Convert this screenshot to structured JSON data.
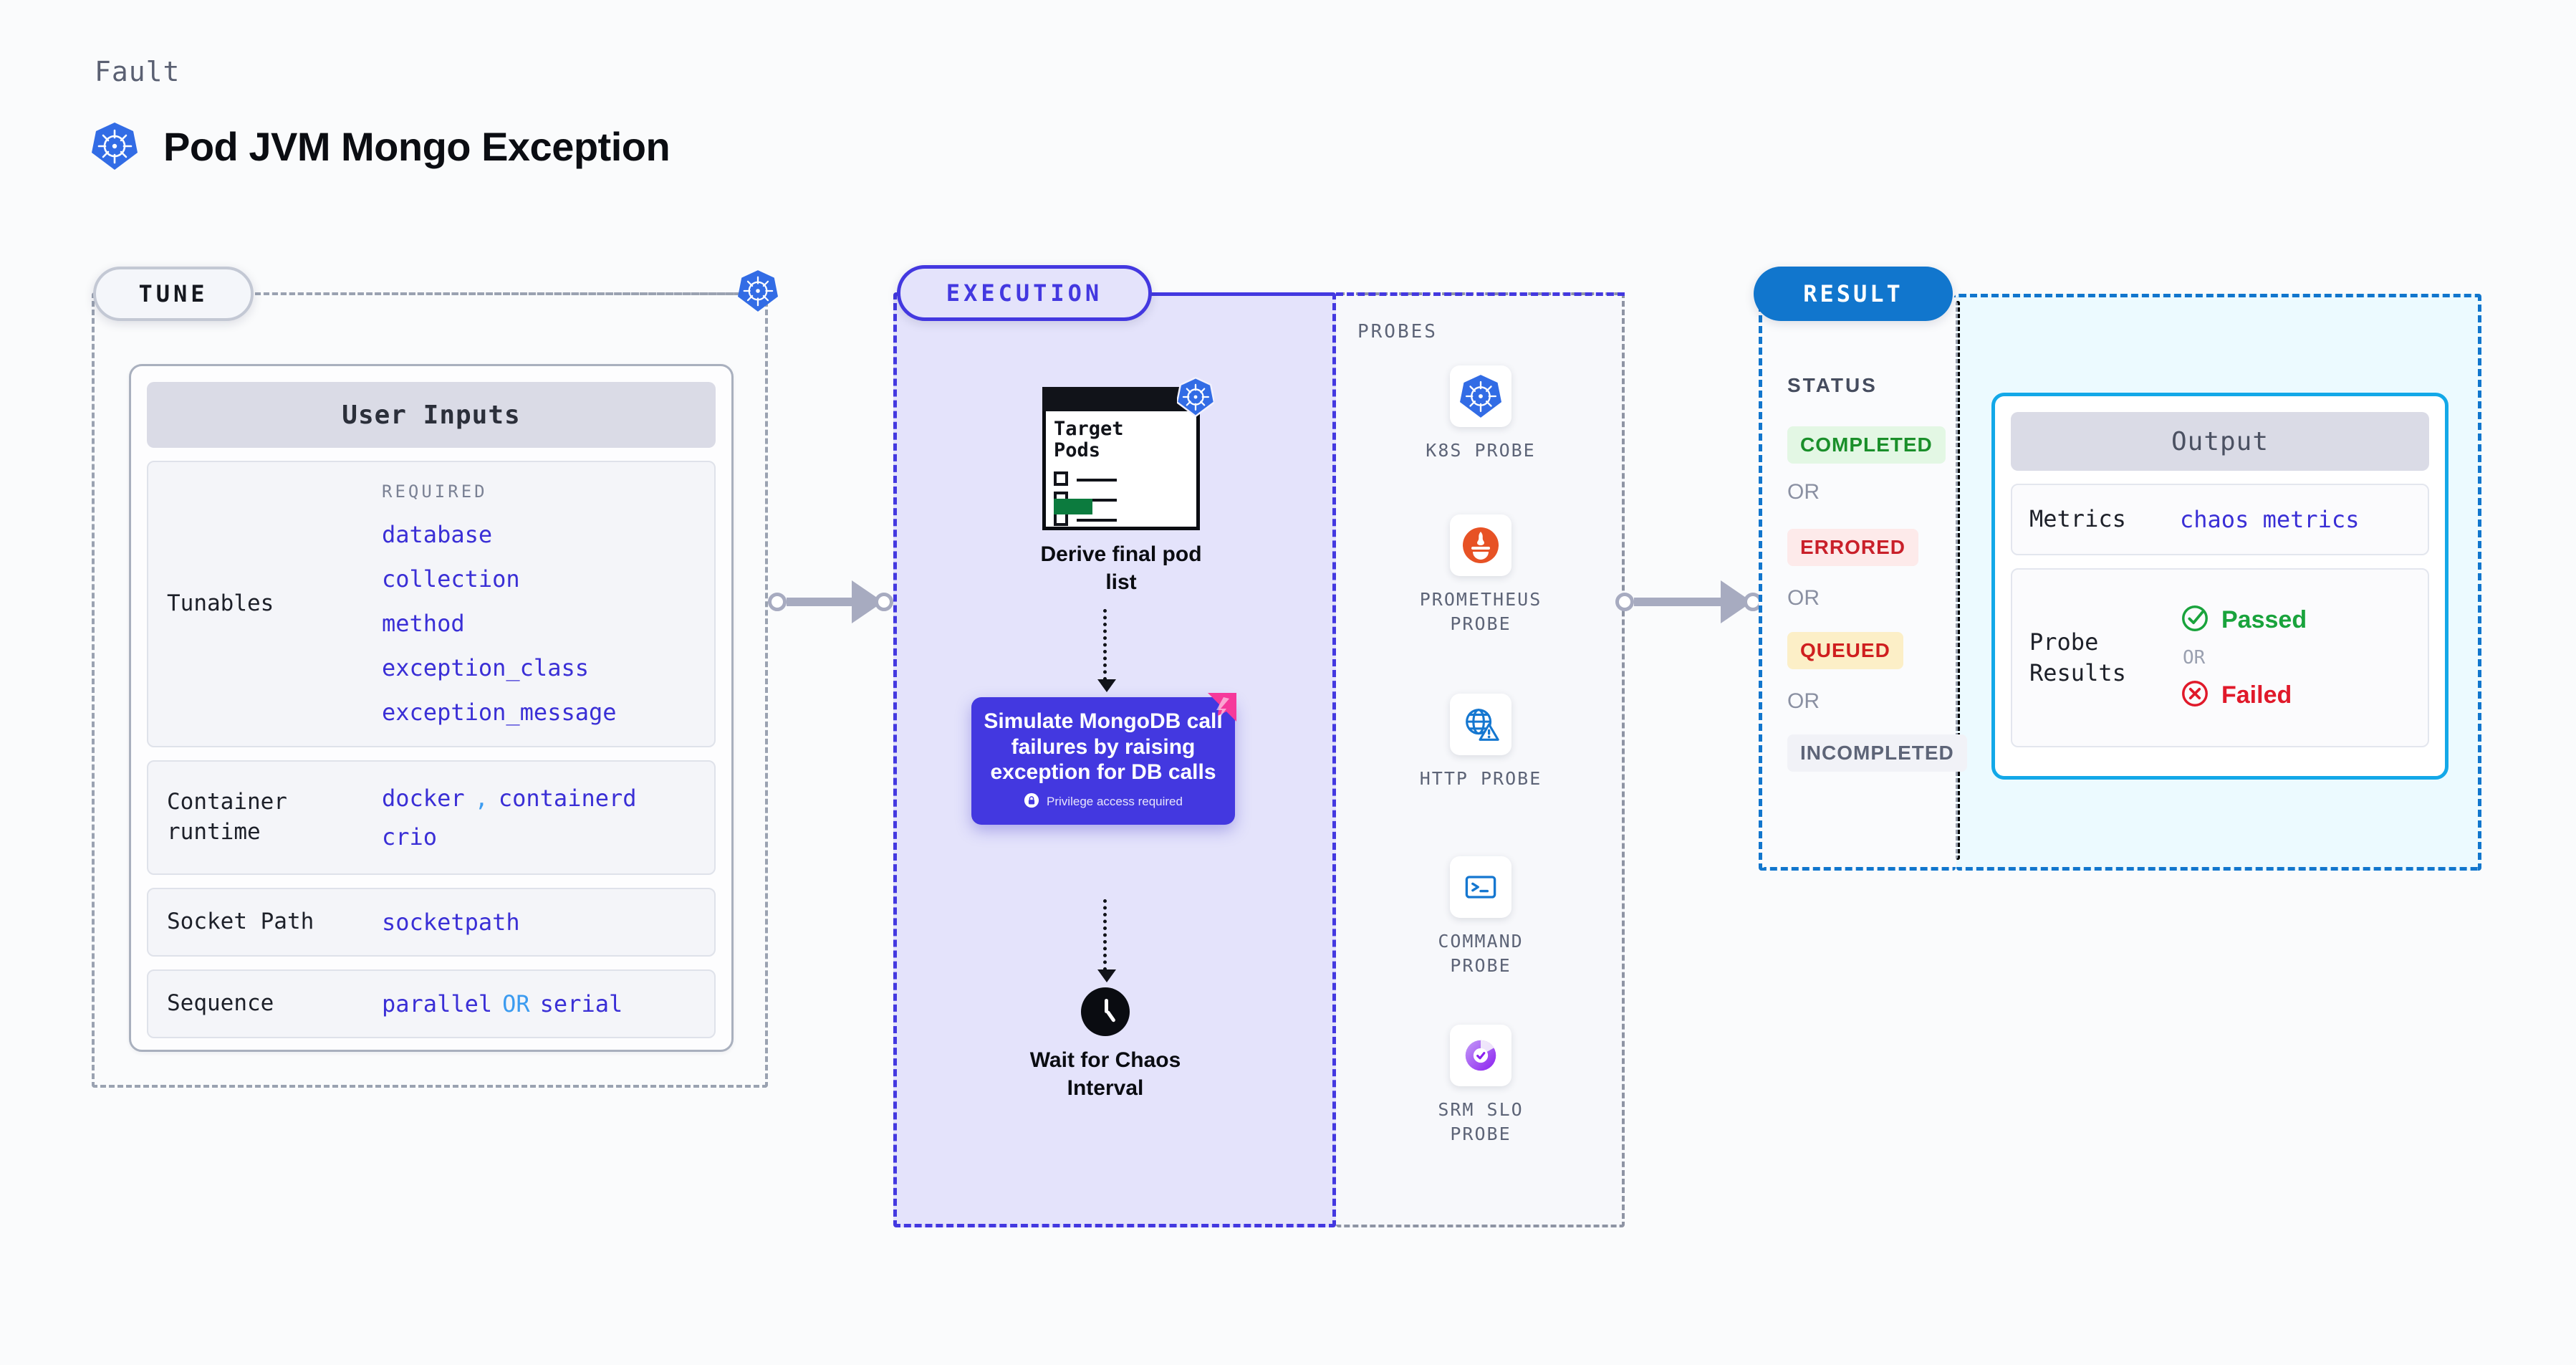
{
  "header": {
    "kicker": "Fault",
    "title": "Pod JVM Mongo Exception",
    "icon": "kubernetes-icon"
  },
  "tune": {
    "pill_label": "TUNE",
    "badge_icon": "kubernetes-icon",
    "card_title": "User Inputs",
    "rows": [
      {
        "label": "Tunables",
        "sublabel": "REQUIRED",
        "values": [
          "database",
          "collection",
          "method",
          "exception_class",
          "exception_message"
        ]
      },
      {
        "label": "Container runtime",
        "values": [
          "docker",
          ",",
          "containerd",
          "crio"
        ]
      },
      {
        "label": "Socket Path",
        "values": [
          "socketpath"
        ]
      },
      {
        "label": "Sequence",
        "values": [
          "parallel",
          "OR",
          "serial"
        ]
      }
    ]
  },
  "execution": {
    "pill_label": "EXECUTION",
    "steps": [
      {
        "caption": "Derive final pod list",
        "doc_title": "Target Pods",
        "icon": "target-pods-document-icon",
        "badge": "kubernetes-icon"
      },
      {
        "caption": "Simulate MongoDB call failures by raising exception for DB calls",
        "note": "Privilege access required",
        "icon": "lock-icon",
        "ribbon": "ribbon-icon"
      },
      {
        "caption": "Wait for Chaos Interval",
        "icon": "clock-icon"
      }
    ]
  },
  "probes": {
    "title": "PROBES",
    "items": [
      {
        "label": "K8S PROBE",
        "icon": "kubernetes-icon"
      },
      {
        "label": "PROMETHEUS PROBE",
        "icon": "prometheus-icon"
      },
      {
        "label": "HTTP PROBE",
        "icon": "http-globe-warning-icon"
      },
      {
        "label": "COMMAND PROBE",
        "icon": "terminal-icon"
      },
      {
        "label": "SRM SLO PROBE",
        "icon": "srm-slo-donut-icon"
      }
    ]
  },
  "result": {
    "pill_label": "RESULT",
    "status_title": "STATUS",
    "or_label": "OR",
    "statuses": [
      {
        "label": "COMPLETED",
        "bg": "#e3f7e4",
        "fg": "#1a8f2a"
      },
      {
        "label": "ERRORED",
        "bg": "#fdeaea",
        "fg": "#c9202a"
      },
      {
        "label": "QUEUED",
        "bg": "#fcefc7",
        "fg": "#cf1f1f"
      },
      {
        "label": "INCOMPLETED",
        "bg": "#f1f2f7",
        "fg": "#5d6477"
      }
    ]
  },
  "output": {
    "card_title": "Output",
    "rows": [
      {
        "label": "Metrics",
        "value": "chaos metrics"
      },
      {
        "label": "Probe Results",
        "pass": "Passed",
        "or": "OR",
        "fail": "Failed"
      }
    ]
  },
  "colors": {
    "accent_purple": "#4338e0",
    "accent_blue": "#1176cd",
    "k8s_blue": "#326ce5",
    "pass_green": "#19a33c",
    "fail_red": "#e0192a"
  }
}
